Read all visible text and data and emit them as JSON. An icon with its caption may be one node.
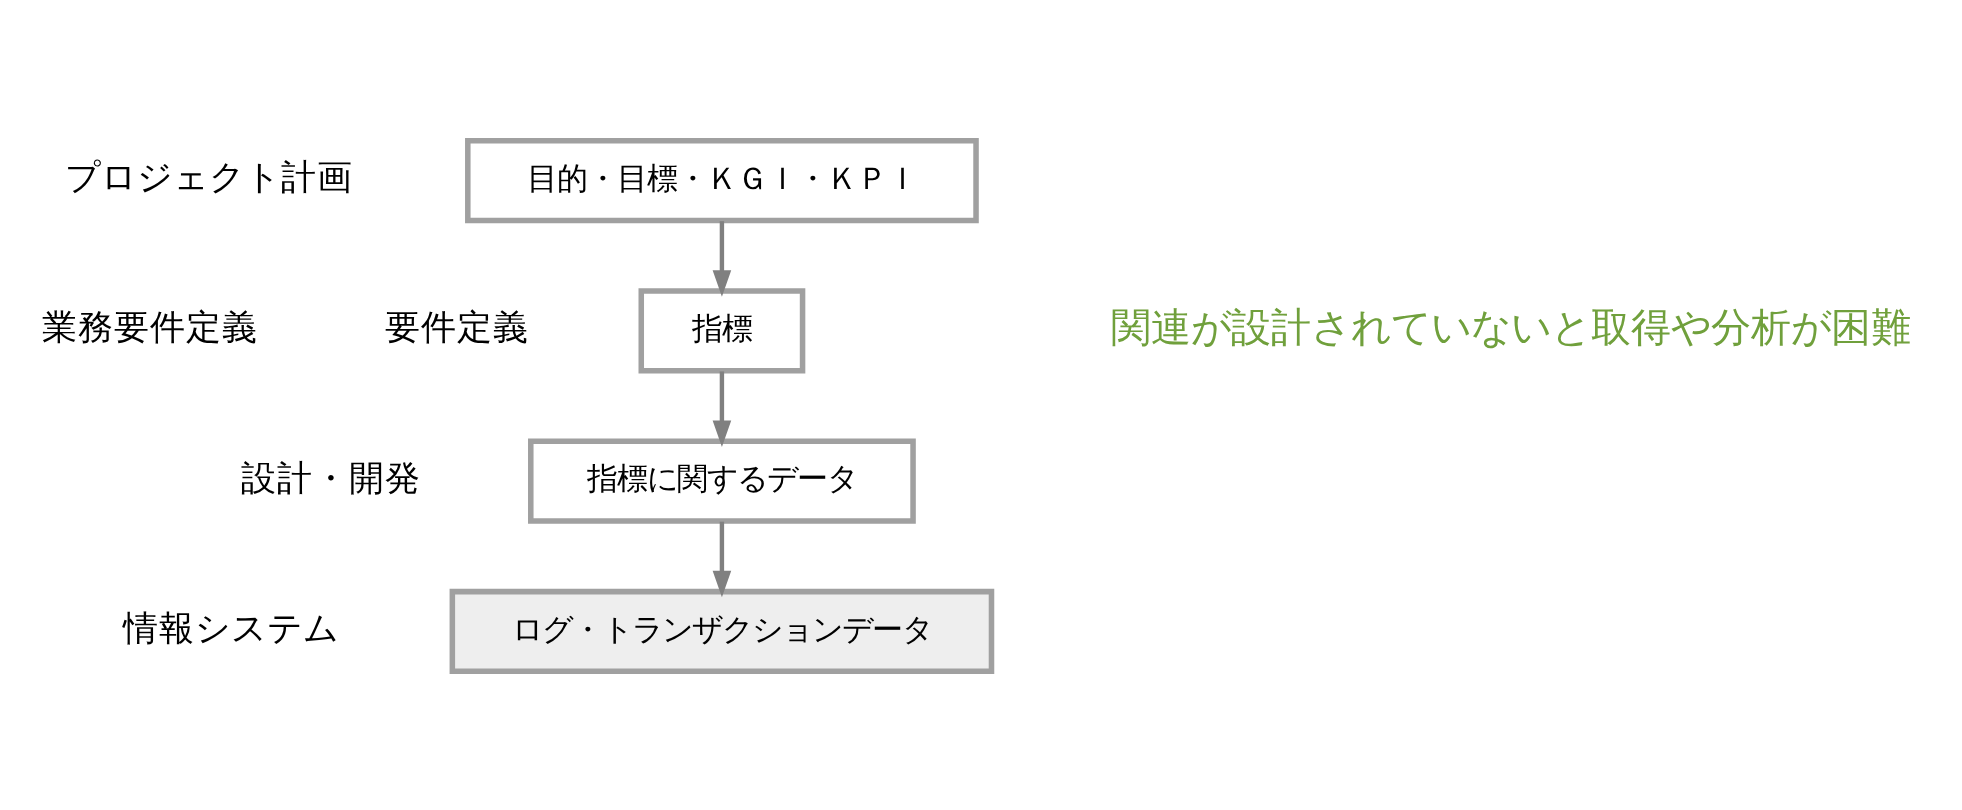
{
  "diagram": {
    "nodes": [
      {
        "text": [
          "目的・目標・ＫＧＩ・ＫＰＩ"
        ]
      },
      {
        "text": [
          "指標"
        ]
      },
      {
        "text": [
          "指標に関するデータ"
        ]
      },
      {
        "text": [
          "ログ・トランザクションデータ"
        ]
      }
    ],
    "edges": [
      {
        "from": 0,
        "to": 1,
        "arrow": "to"
      },
      {
        "from": 1,
        "to": 2,
        "arrow": "to"
      },
      {
        "from": 2,
        "to": 3,
        "arrow": "to"
      }
    ],
    "labels": [
      "プロジェクト計画",
      "業務要件定義",
      "要件定義",
      "設計・開発",
      "情報システム",
      "関連が設計されていないと取得や分析が困難"
    ]
  }
}
